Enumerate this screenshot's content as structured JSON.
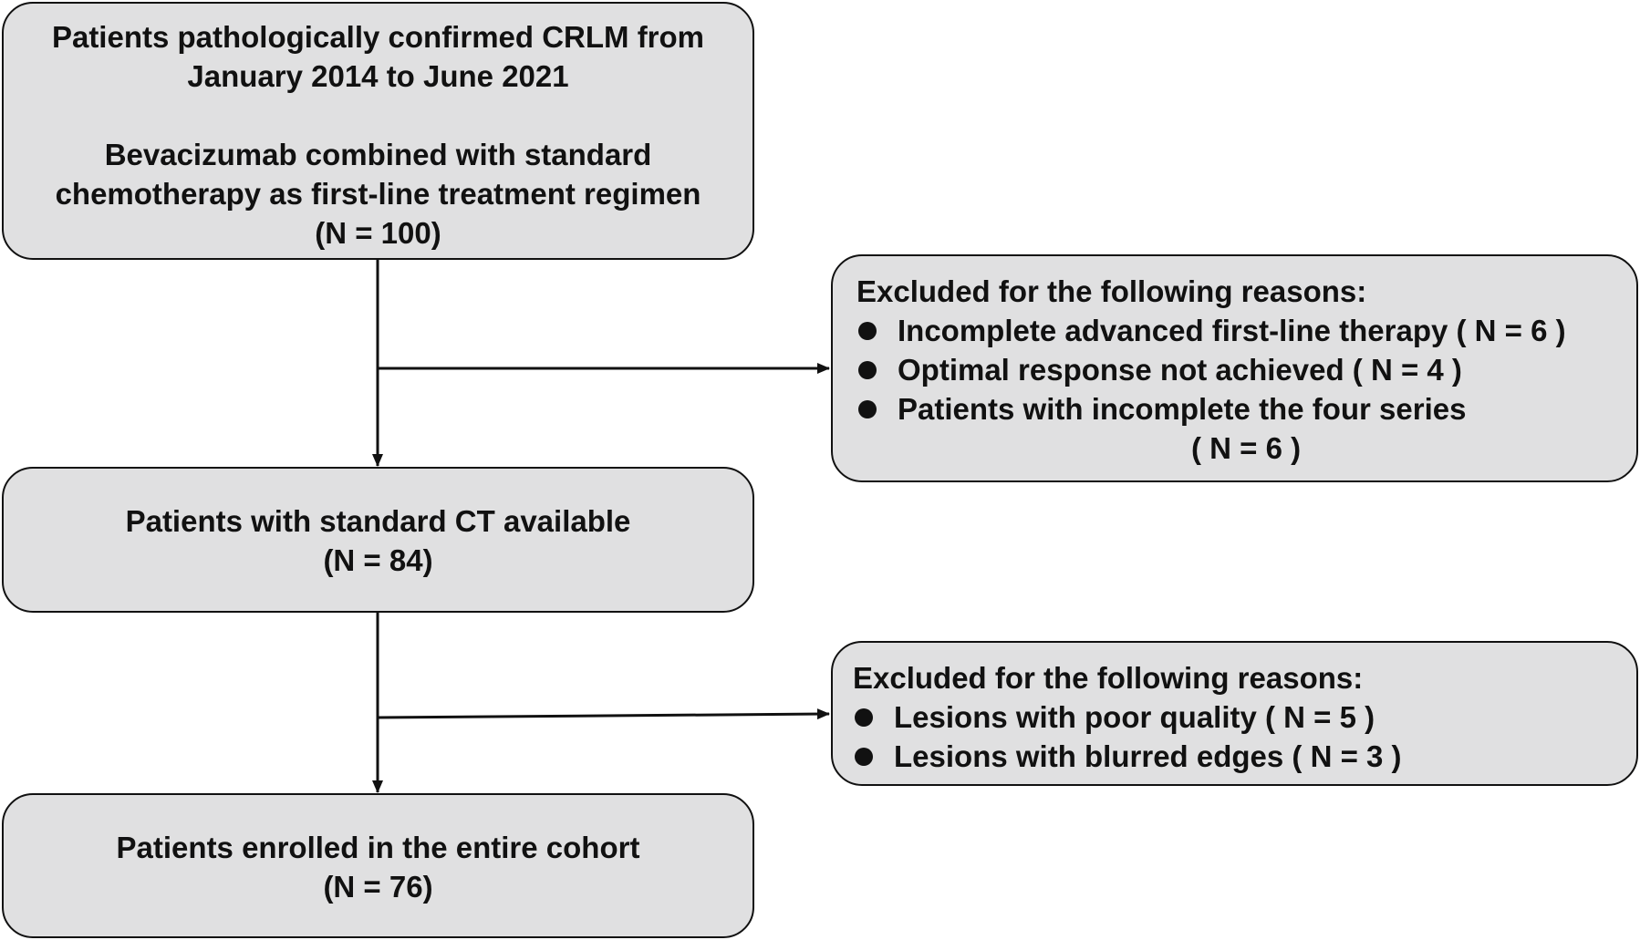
{
  "box_initial": {
    "lines": [
      "Patients pathologically confirmed CRLM from",
      "January 2014 to June 2021",
      "Bevacizumab combined with standard",
      "chemotherapy as first-line treatment regimen",
      "(N = 100)"
    ]
  },
  "box_ct": {
    "lines": [
      "Patients with standard CT available",
      "(N = 84)"
    ]
  },
  "box_enrolled": {
    "lines": [
      "Patients enrolled in the entire cohort",
      "(N = 76)"
    ]
  },
  "exclusion_1": {
    "heading": "Excluded for the following reasons:",
    "items": [
      {
        "text": "Incomplete advanced first-line therapy ( N = 6 )"
      },
      {
        "text": "Optimal response not achieved ( N = 4 )"
      },
      {
        "text": "Patients with incomplete the four series",
        "continuation": "( N = 6 )"
      }
    ]
  },
  "exclusion_2": {
    "heading": "Excluded for the following reasons:",
    "items": [
      {
        "text": "Lesions with poor quality ( N = 5 )"
      },
      {
        "text": "Lesions with blurred edges ( N = 3 )"
      }
    ]
  }
}
